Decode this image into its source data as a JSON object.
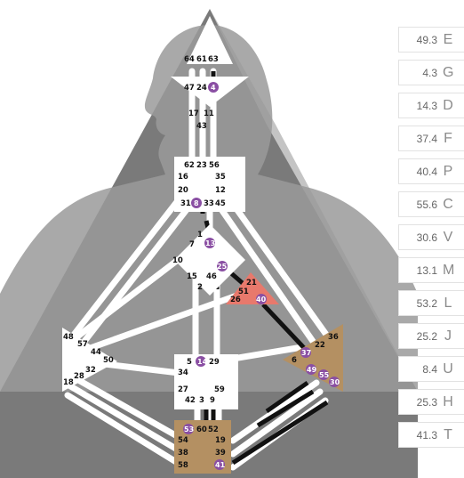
{
  "colors": {
    "triangle_dark": "#7a7a7a",
    "triangle_light": "#b8b8b8",
    "silhouette": "#9a9a9a",
    "channel": "#ffffff",
    "channel_active": "#111111",
    "center_open": "#ffffff",
    "center_root": "#b49062",
    "center_heart": "#e8796c",
    "center_spleen_sacral_side": "#b49062",
    "gate_activation": "#8a4fa3"
  },
  "bodygraph": {
    "head_gates": [
      "64",
      "61",
      "63"
    ],
    "ajna_gates": [
      "47",
      "24",
      "4"
    ],
    "throat_gates": [
      "17",
      "11",
      "43",
      "62",
      "23",
      "56",
      "16",
      "35",
      "20",
      "12",
      "31",
      "8",
      "33",
      "45"
    ],
    "g_gates": [
      "1",
      "7",
      "13",
      "10",
      "25",
      "15",
      "46",
      "2"
    ],
    "heart_gates": [
      "21",
      "51",
      "26",
      "40"
    ],
    "spleen_gates": [
      "48",
      "57",
      "44",
      "50",
      "32",
      "28",
      "18"
    ],
    "sacral_gates": [
      "5",
      "14",
      "29",
      "34",
      "27",
      "59",
      "42",
      "3",
      "9"
    ],
    "solar_plexus_gates": [
      "36",
      "22",
      "37",
      "6",
      "49",
      "55",
      "30"
    ],
    "root_gates": [
      "53",
      "60",
      "52",
      "54",
      "19",
      "38",
      "39",
      "58",
      "41"
    ],
    "activated_gates": [
      "4",
      "8",
      "13",
      "25",
      "40",
      "37",
      "49",
      "55",
      "30",
      "14",
      "53",
      "41"
    ]
  },
  "planets": [
    {
      "value": "49.3",
      "symbol": "E"
    },
    {
      "value": "4.3",
      "symbol": "G"
    },
    {
      "value": "14.3",
      "symbol": "D"
    },
    {
      "value": "37.4",
      "symbol": "F"
    },
    {
      "value": "40.4",
      "symbol": "P"
    },
    {
      "value": "55.6",
      "symbol": "C"
    },
    {
      "value": "30.6",
      "symbol": "V"
    },
    {
      "value": "13.1",
      "symbol": "M"
    },
    {
      "value": "53.2",
      "symbol": "L"
    },
    {
      "value": "25.2",
      "symbol": "J"
    },
    {
      "value": "8.4",
      "symbol": "U"
    },
    {
      "value": "25.3",
      "symbol": "H"
    },
    {
      "value": "41.3",
      "symbol": "T"
    }
  ]
}
